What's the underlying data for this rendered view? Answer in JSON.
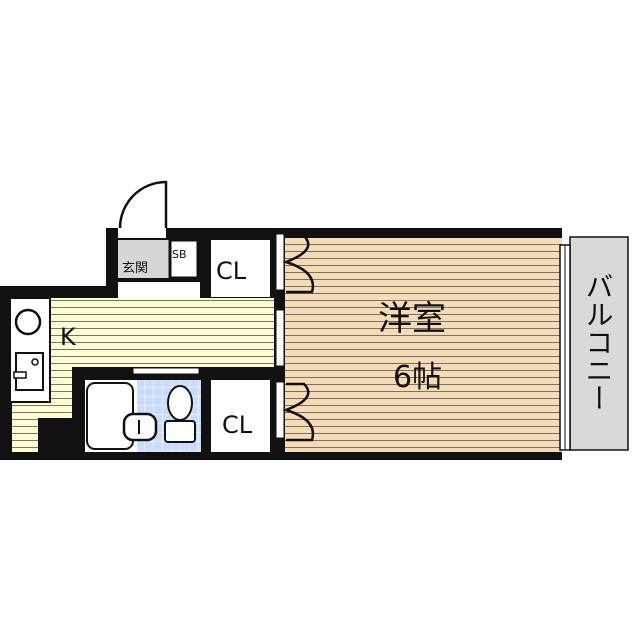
{
  "floor_plan": {
    "rooms": {
      "entrance": "玄関",
      "shoe_box": "SB",
      "closet_top": "CL",
      "closet_bottom": "CL",
      "kitchen": "K",
      "western_room": "洋室",
      "western_room_size": "6帖",
      "balcony": "バルコニー"
    },
    "colors": {
      "wall": "#111111",
      "western_room_floor": "#f6dcb6",
      "kitchen_floor": "#fffbd2",
      "entrance_floor": "#d6d6d6",
      "balcony_floor": "#d9d9d9",
      "bath_tile": "#c9dcff"
    }
  }
}
